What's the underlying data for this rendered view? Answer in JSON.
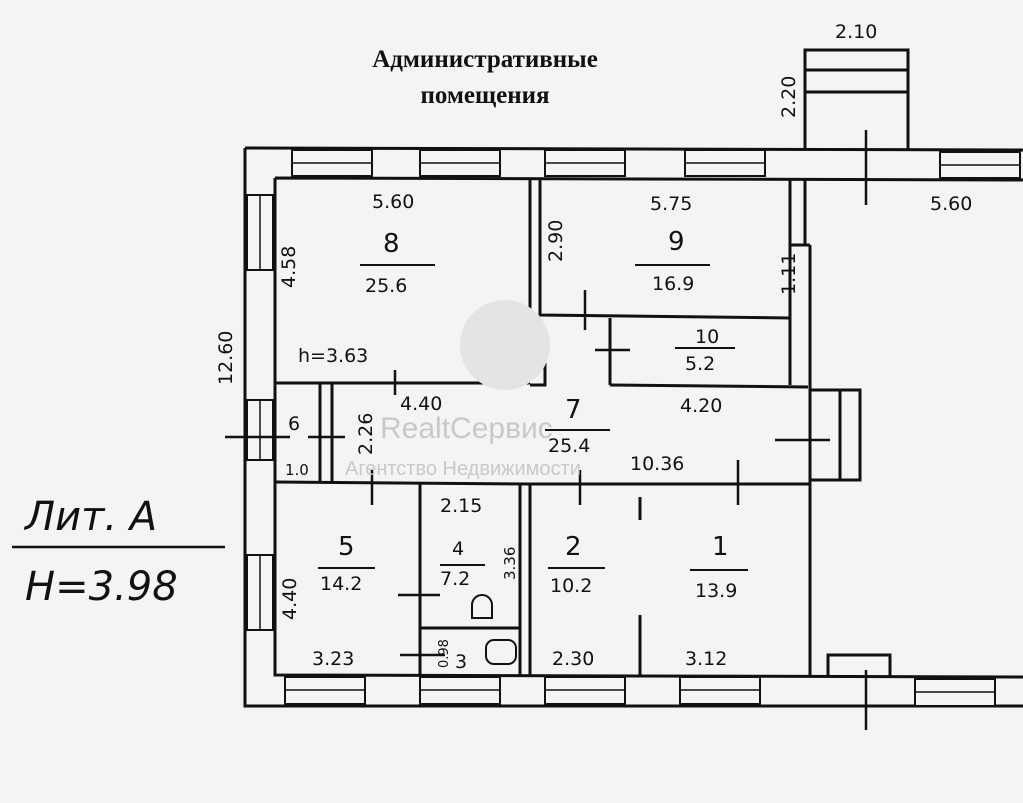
{
  "title": {
    "line1": "Административные",
    "line2": "помещения"
  },
  "watermark": {
    "brand": "RealtСервис",
    "subtitle": "Агентство Недвижимости"
  },
  "legend": {
    "lit": "Лит. А",
    "height": "H=3.98"
  },
  "rooms": [
    {
      "id": "8",
      "number": "8",
      "area": "25.6"
    },
    {
      "id": "9",
      "number": "9",
      "area": "16.9"
    },
    {
      "id": "10",
      "number": "10",
      "area": "5.2"
    },
    {
      "id": "7",
      "number": "7",
      "area": "25.4"
    },
    {
      "id": "6",
      "number": "6",
      "area": ""
    },
    {
      "id": "5",
      "number": "5",
      "area": "14.2"
    },
    {
      "id": "4",
      "number": "4",
      "area": "7.2"
    },
    {
      "id": "3",
      "number": "3",
      "area": ""
    },
    {
      "id": "2",
      "number": "2",
      "area": "10.2"
    },
    {
      "id": "1",
      "number": "1",
      "area": "13.9"
    }
  ],
  "dimensions": {
    "d_2_10": "2.10",
    "d_2_20": "2.20",
    "d_5_60_a": "5.60",
    "d_5_75": "5.75",
    "d_5_60_b": "5.60",
    "d_4_58": "4.58",
    "d_2_90": "2.90",
    "d_1_11": "1.11",
    "d_12_60": "12.60",
    "d_h": "h=3.63",
    "d_4_40_a": "4.40",
    "d_4_20": "4.20",
    "d_2_26": "2.26",
    "d_1_0": "1.0",
    "d_10_36": "10.36",
    "d_2_15": "2.15",
    "d_3_36": "3.36",
    "d_4_40_b": "4.40",
    "d_0_98": "0.98",
    "d_3_23": "3.23",
    "d_2_30": "2.30",
    "d_3_12": "3.12"
  }
}
